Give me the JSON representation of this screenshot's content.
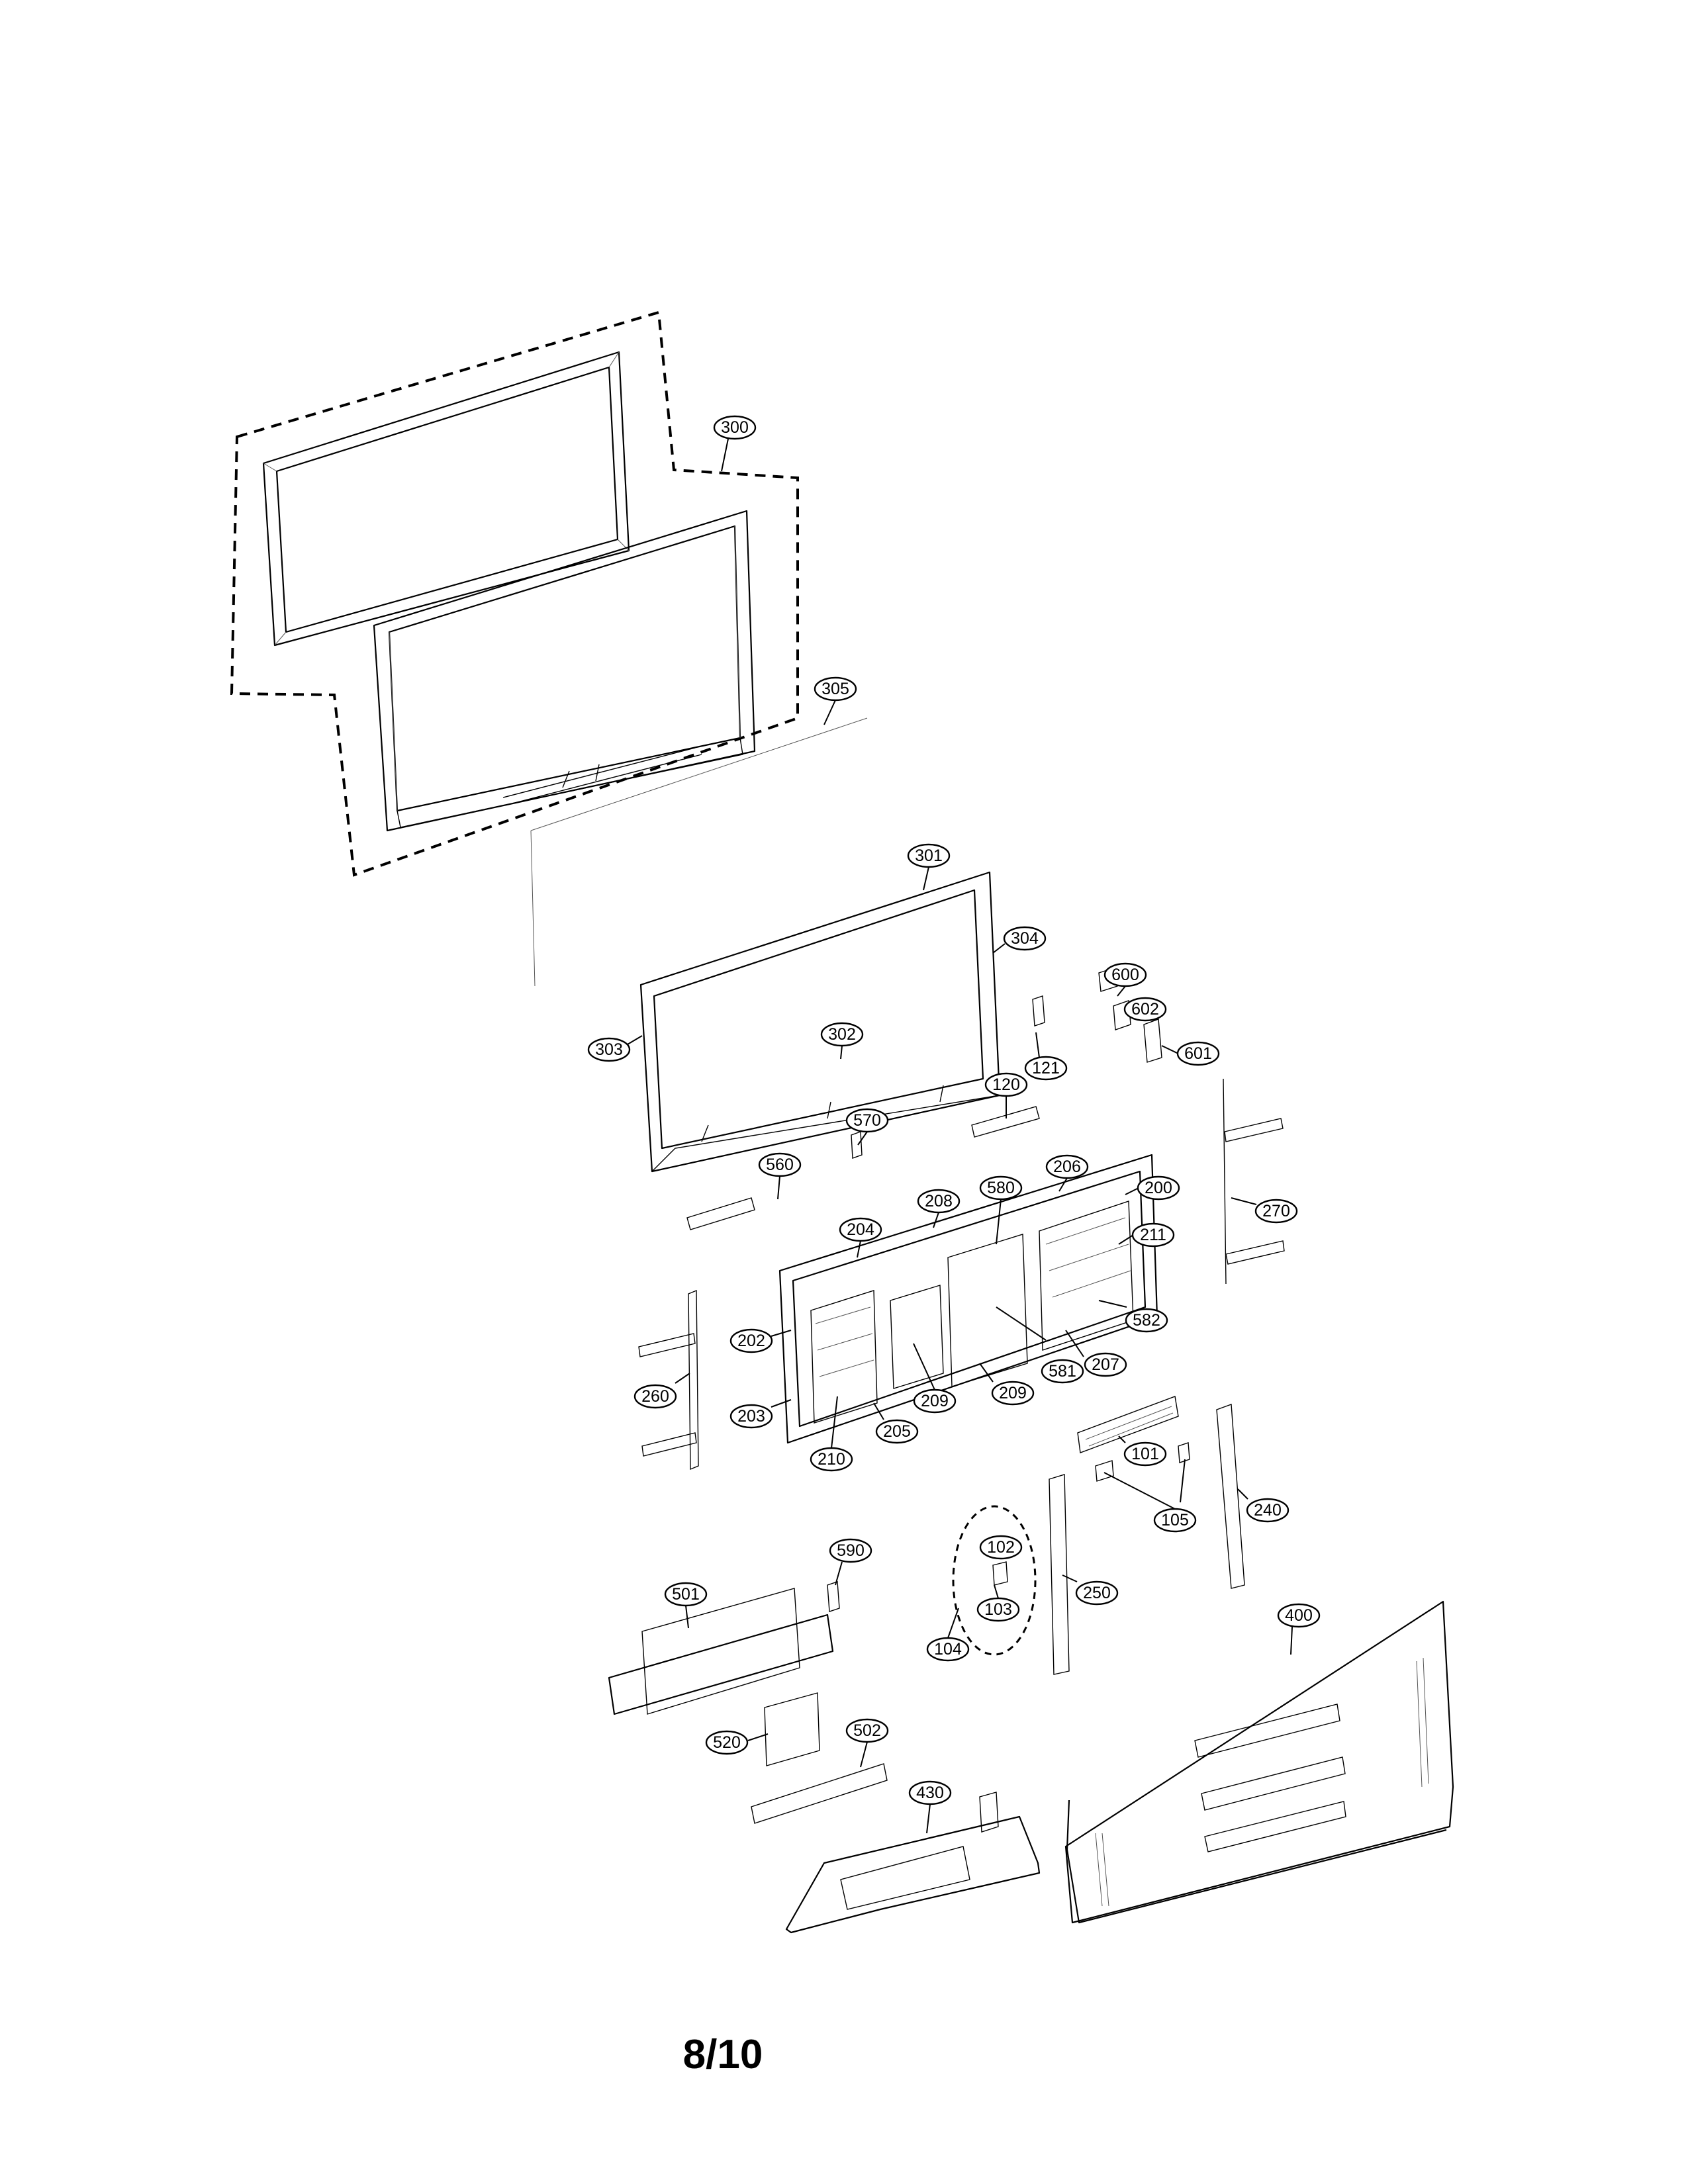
{
  "page": {
    "label": "8/10"
  },
  "callouts": [
    {
      "id": "300",
      "label": "300"
    },
    {
      "id": "305",
      "label": "305"
    },
    {
      "id": "301",
      "label": "301"
    },
    {
      "id": "304",
      "label": "304"
    },
    {
      "id": "600",
      "label": "600"
    },
    {
      "id": "602",
      "label": "602"
    },
    {
      "id": "121",
      "label": "121"
    },
    {
      "id": "601",
      "label": "601"
    },
    {
      "id": "302",
      "label": "302"
    },
    {
      "id": "303",
      "label": "303"
    },
    {
      "id": "120",
      "label": "120"
    },
    {
      "id": "570",
      "label": "570"
    },
    {
      "id": "206",
      "label": "206"
    },
    {
      "id": "560",
      "label": "560"
    },
    {
      "id": "580",
      "label": "580"
    },
    {
      "id": "200",
      "label": "200"
    },
    {
      "id": "208",
      "label": "208"
    },
    {
      "id": "270",
      "label": "270"
    },
    {
      "id": "204",
      "label": "204"
    },
    {
      "id": "211",
      "label": "211"
    },
    {
      "id": "582",
      "label": "582"
    },
    {
      "id": "202",
      "label": "202"
    },
    {
      "id": "207",
      "label": "207"
    },
    {
      "id": "581",
      "label": "581"
    },
    {
      "id": "260",
      "label": "260"
    },
    {
      "id": "209a",
      "label": "209"
    },
    {
      "id": "209b",
      "label": "209"
    },
    {
      "id": "203",
      "label": "203"
    },
    {
      "id": "205",
      "label": "205"
    },
    {
      "id": "101",
      "label": "101"
    },
    {
      "id": "210",
      "label": "210"
    },
    {
      "id": "105",
      "label": "105"
    },
    {
      "id": "240",
      "label": "240"
    },
    {
      "id": "102",
      "label": "102"
    },
    {
      "id": "590",
      "label": "590"
    },
    {
      "id": "250",
      "label": "250"
    },
    {
      "id": "501",
      "label": "501"
    },
    {
      "id": "103",
      "label": "103"
    },
    {
      "id": "104",
      "label": "104"
    },
    {
      "id": "400",
      "label": "400"
    },
    {
      "id": "502",
      "label": "502"
    },
    {
      "id": "520",
      "label": "520"
    },
    {
      "id": "430",
      "label": "430"
    }
  ]
}
